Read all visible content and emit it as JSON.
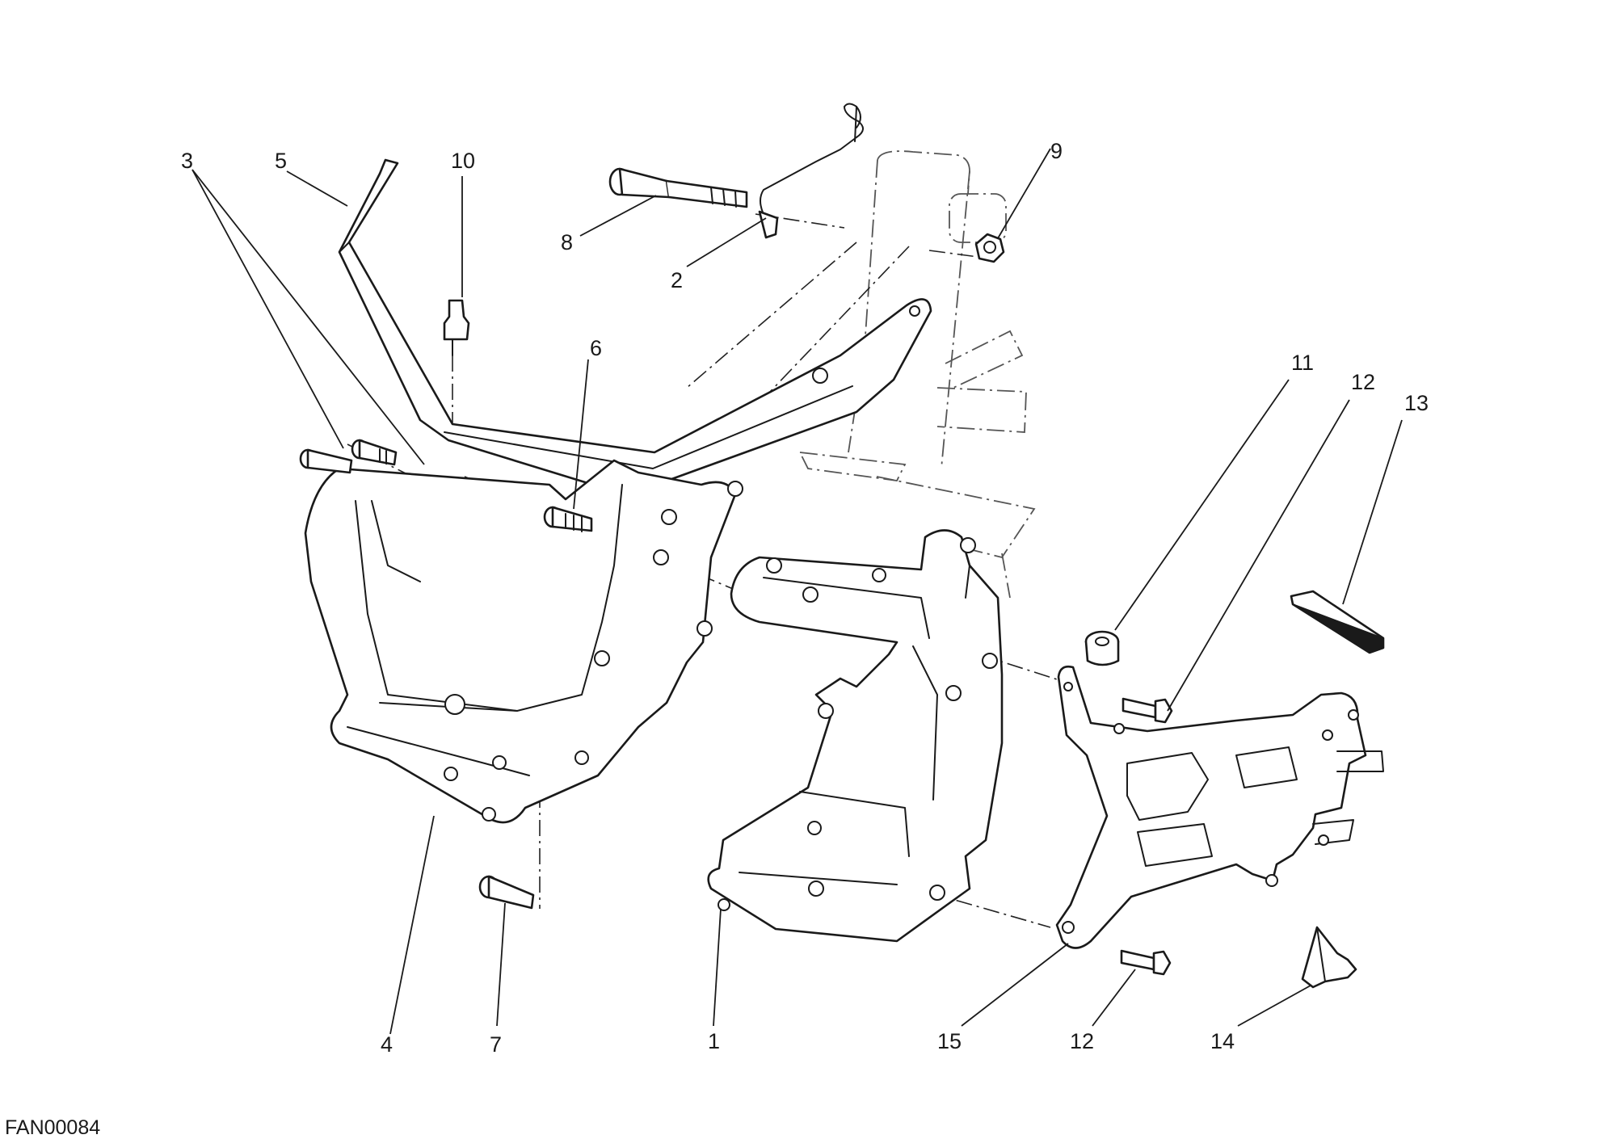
{
  "drawing_code": "FAN00084",
  "callouts": {
    "c1": "1",
    "c2": "2",
    "c3": "3",
    "c4": "4",
    "c5": "5",
    "c6": "6",
    "c7": "7",
    "c8": "8",
    "c9": "9",
    "c10": "10",
    "c11": "11",
    "c12a": "12",
    "c12b": "12",
    "c13": "13",
    "c14": "14",
    "c15": "15"
  }
}
